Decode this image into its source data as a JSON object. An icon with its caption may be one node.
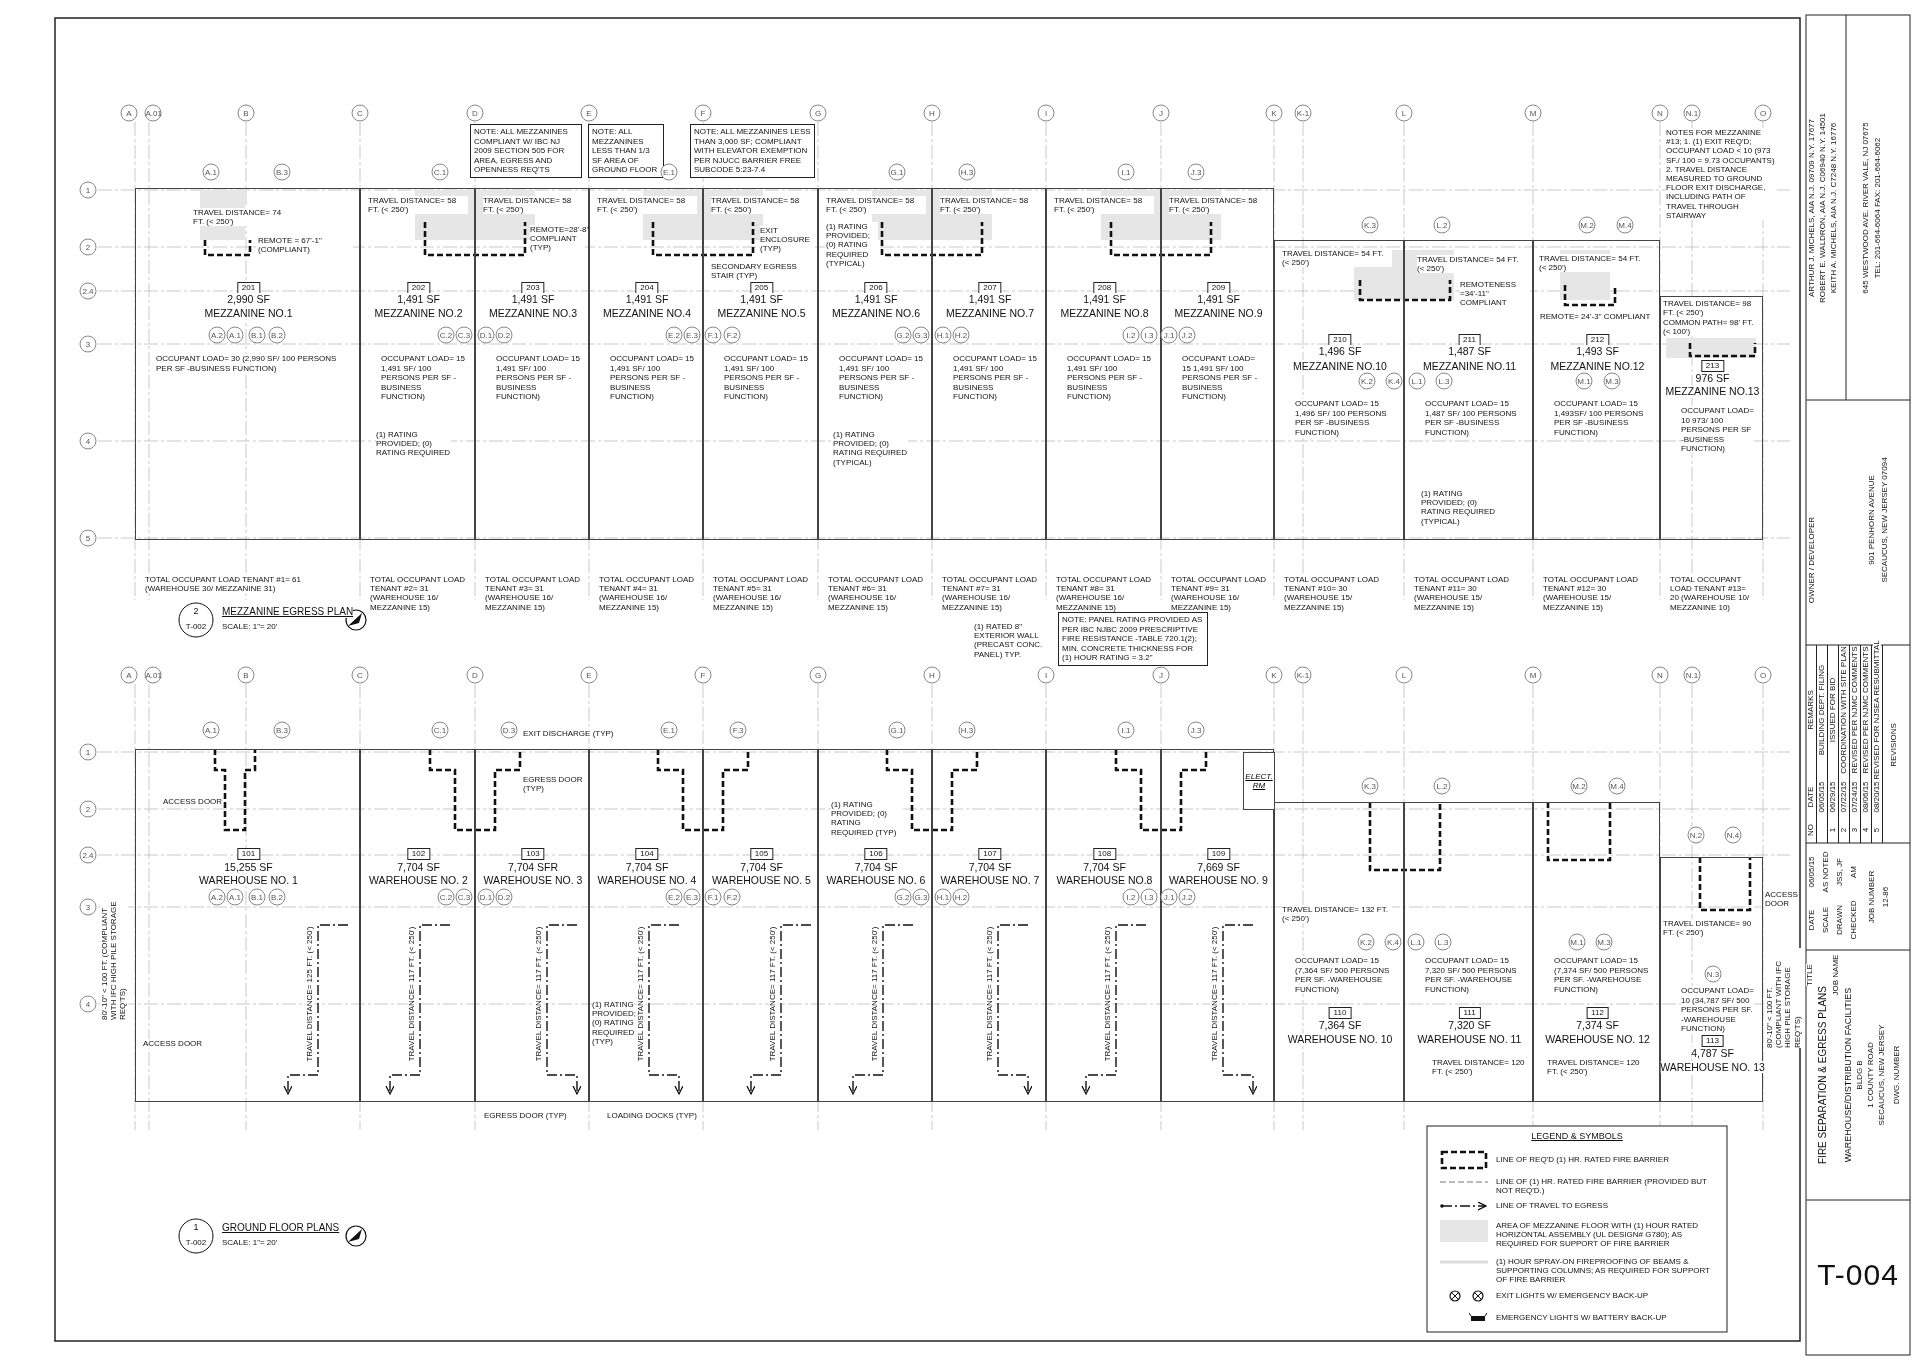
{
  "diagram": {
    "nodes": [
      {
        "text": [
          "NOTE: ALL MEZZANINES COMPLIANT W/ IBC NJ 2009 SECTION 505 FOR AREA, EGRESS AND OPENNESS REQ'TS"
        ]
      },
      {
        "text": [
          "NOTE: ALL MEZZANINES LESS THAN 1/3 SF AREA OF GROUND FLOOR"
        ]
      },
      {
        "text": [
          "NOTE: ALL MEZZANINES LESS THAN 3,000 SF; COMPLIANT WITH ELEVATOR EXEMPTION PER NJUCC BARRIER FREE SUBCODE 5:23-7.4"
        ]
      },
      {
        "text": [
          "201",
          "2,990 SF",
          "MEZZANINE NO.1",
          "OCCUPANT LOAD= 30 (2,990 SF/ 100 PERSONS PER SF -BUSINESS FUNCTION)"
        ]
      },
      {
        "text": [
          "202",
          "1,491 SF",
          "MEZZANINE NO.2",
          "OCCUPANT LOAD= 15 1,491 SF/ 100 PERSONS PER SF -BUSINESS FUNCTION)"
        ]
      },
      {
        "text": [
          "203",
          "1,491 SF",
          "MEZZANINE NO.3",
          "OCCUPANT LOAD= 15 1,491 SF/ 100 PERSONS PER SF -BUSINESS FUNCTION)"
        ]
      },
      {
        "text": [
          "204",
          "1,491 SF",
          "MEZZANINE NO.4",
          "OCCUPANT LOAD= 15 1,491 SF/ 100 PERSONS PER SF -BUSINESS FUNCTION)"
        ]
      },
      {
        "text": [
          "205",
          "1,491 SF",
          "MEZZANINE NO.5",
          "OCCUPANT LOAD= 15 1,491 SF/ 100 PERSONS PER SF -BUSINESS FUNCTION)"
        ]
      },
      {
        "text": [
          "206",
          "1,491 SF",
          "MEZZANINE NO.6",
          "OCCUPANT LOAD= 15 1,491 SF/ 100 PERSONS PER SF -BUSINESS FUNCTION)"
        ]
      },
      {
        "text": [
          "207",
          "1,491 SF",
          "MEZZANINE NO.7",
          "OCCUPANT LOAD= 15 1,491 SF/ 100 PERSONS PER SF -BUSINESS FUNCTION)"
        ]
      },
      {
        "text": [
          "208",
          "1,491 SF",
          "MEZZANINE NO.8",
          "OCCUPANT LOAD= 15 1,491 SF/ 100 PERSONS PER SF -BUSINESS FUNCTION)"
        ]
      },
      {
        "text": [
          "209",
          "1,491 SF",
          "MEZZANINE NO.9",
          "OCCUPANT LOAD= 15 1,491 SF/ 100 PERSONS PER SF -BUSINESS FUNCTION)"
        ]
      },
      {
        "text": [
          "210",
          "1,496 SF",
          "MEZZANINE NO.10",
          "OCCUPANT LOAD= 15 1,496 SF/ 100 PERSONS PER SF -BUSINESS FUNCTION)"
        ]
      },
      {
        "text": [
          "211",
          "1,487 SF",
          "MEZZANINE NO.11",
          "OCCUPANT LOAD= 15 1,487 SF/ 100 PERSONS PER SF -BUSINESS FUNCTION)"
        ]
      },
      {
        "text": [
          "212",
          "1,493 SF",
          "MEZZANINE NO.12",
          "OCCUPANT LOAD= 15 1,493SF/ 100 PERSONS PER SF -BUSINESS FUNCTION)"
        ]
      },
      {
        "text": [
          "213",
          "976 SF",
          "MEZZANINE NO.13",
          "OCCUPANT LOAD= 10 973/ 100 PERSONS PER SF -BUSINESS FUNCTION)"
        ]
      },
      {
        "text": [
          "NOTE: PANEL RATING PROVIDED AS PER IBC NJBC 2009 PRESCRIPTIVE FIRE RESISTANCE -TABLE 720.1(2); MIN. CONCRETE THICKNESS FOR (1) HOUR RATING = 3.2\""
        ]
      },
      {
        "text": [
          "101",
          "15,255 SF",
          "WAREHOUSE NO. 1"
        ]
      },
      {
        "text": [
          "102",
          "7,704 SF",
          "WAREHOUSE NO. 2"
        ]
      },
      {
        "text": [
          "103",
          "7,704 SFR",
          "WAREHOUSE NO. 3"
        ]
      },
      {
        "text": [
          "104",
          "7,704 SF",
          "WAREHOUSE NO. 4"
        ]
      },
      {
        "text": [
          "105",
          "7,704 SF",
          "WAREHOUSE NO. 5"
        ]
      },
      {
        "text": [
          "106",
          "7,704 SF",
          "WAREHOUSE NO. 6"
        ]
      },
      {
        "text": [
          "107",
          "7,704 SF",
          "WAREHOUSE NO. 7"
        ]
      },
      {
        "text": [
          "108",
          "7,704 SF",
          "WAREHOUSE NO.8"
        ]
      },
      {
        "text": [
          "109",
          "7,669 SF",
          "WAREHOUSE NO. 9"
        ]
      },
      {
        "text": [
          "OCCUPANT LOAD= 15 (7,364 SF/ 500 PERSONS PER SF. -WAREHOUSE FUNCTION)",
          "110",
          "7,364 SF",
          "WAREHOUSE NO. 10"
        ]
      },
      {
        "text": [
          "OCCUPANT LOAD= 15 7,320 SF/ 500 PERSONS PER SF. -WAREHOUSE FUNCTION)",
          "111",
          "7,320 SF",
          "WAREHOUSE NO. 11"
        ]
      },
      {
        "text": [
          "OCCUPANT LOAD= 15 (7,374 SF/ 500 PERSONS PER SF. -WAREHOUSE FUNCTION)",
          "112",
          "7,374 SF",
          "WAREHOUSE NO. 12"
        ]
      },
      {
        "text": [
          "OCCUPANT LOAD= 10 (34,787 SF/ 500 PERSONS PER SF. -WAREHOUSE FUNCTION)",
          "113",
          "4,787 SF",
          "WAREHOUSE NO. 13"
        ]
      },
      {
        "text": [
          "ELECT. RM"
        ],
        "in": 25
      }
    ],
    "labels": [
      "A",
      "A.01",
      "B",
      "C",
      "D",
      "E",
      "F",
      "G",
      "H",
      "I",
      "J",
      "K",
      "K-1",
      "L",
      "M",
      "N",
      "N.1",
      "O",
      "1",
      "2",
      "2.4",
      "3",
      "4",
      "5",
      "A.1",
      "B.3",
      "C.1",
      "E.1",
      "G.1",
      "H.3",
      "I.1",
      "J.3",
      "K.3",
      "L.2",
      "M.2",
      "M.4",
      "A.2",
      "A.1",
      "B.1",
      "B.2",
      "C.2",
      "C.3",
      "D.1",
      "D.2",
      "E.2",
      "E.3",
      "F.1",
      "F.2",
      "G.2",
      "G.3",
      "H.1",
      "H.2",
      "I.2",
      "I.3",
      "J.1",
      "J.2",
      "K.2",
      "K.4",
      "L.1",
      "L.3",
      "M.1",
      "M.3",
      "TRAVEL DISTANCE= 74 FT. (< 250')",
      "TRAVEL DISTANCE= 58 FT. (< 250')",
      "TRAVEL DISTANCE= 58 FT. (< 250')",
      "TRAVEL DISTANCE= 58 FT. (< 250')",
      "TRAVEL DISTANCE= 58 FT. (< 250')",
      "TRAVEL DISTANCE= 58 FT. (< 250')",
      "TRAVEL DISTANCE= 58 FT. (< 250')",
      "TRAVEL DISTANCE= 58 FT. (< 250')",
      "TRAVEL DISTANCE= 58 FT. (< 250')",
      "TRAVEL DISTANCE= 54 FT. (< 250')",
      "TRAVEL DISTANCE= 54 FT. (< 250')",
      "TRAVEL DISTANCE= 54 FT. (< 250')",
      "TRAVEL DISTANCE= 98 FT. (< 250')",
      "COMMON PATH= 98' FT. (< 100')",
      "REMOTE = 67'-1\" (COMPLIANT)",
      "REMOTE=28'-8\" COMPLIANT (TYP)",
      "REMOTENESS =34'-11\" COMPLIANT",
      "REMOTE= 24'-3\" COMPLIANT",
      "EXIT ENCLOSURE (TYP)",
      "SECONDARY EGRESS STAIR (TYP)",
      "(1) RATING PROVIDED; (0) RATING REQUIRED",
      "(1) RATING PROVIDED; (0) RATING REQUIRED (TYPICAL)",
      "(1) RATING PROVIDED; (0) RATING REQUIRED (TYPICAL)",
      "(1) RATING PROVIDED; (0) RATING REQUIRED (TYPICAL)",
      "NOTES FOR MEZZANINE #13; 1. (1) EXIT REQ'D; OCCUPANT LOAD < 10 (973 SF./ 100 = 9.73 OCCUPANTS) 2. TRAVEL DISTANCE MEASURED TO GROUND FLOOR EXIT DISCHARGE, INCLUDING PATH OF TRAVEL THROUGH STAIRWAY",
      "TOTAL OCCUPANT LOAD TENANT #1= 61 (WAREHOUSE 30/ MEZZANINE 31)",
      "TOTAL OCCUPANT LOAD TENANT #2= 31 (WAREHOUSE 16/ MEZZANINE 15)",
      "TOTAL OCCUPANT LOAD TENANT #3= 31 (WAREHOUSE 16/ MEZZANINE 15)",
      "TOTAL OCCUPANT LOAD TENANT #4= 31 (WAREHOUSE 16/ MEZZANINE 15)",
      "TOTAL OCCUPANT LOAD TENANT #5= 31 (WAREHOUSE 16/ MEZZANINE 15)",
      "TOTAL OCCUPANT LOAD TENANT #6= 31 (WAREHOUSE 16/ MEZZANINE 15)",
      "TOTAL OCCUPANT LOAD TENANT #7= 31 (WAREHOUSE 16/ MEZZANINE 15)",
      "TOTAL OCCUPANT LOAD TENANT #8= 31 (WAREHOUSE 16/ MEZZANINE 15)",
      "TOTAL OCCUPANT LOAD TENANT #9= 31 (WAREHOUSE 16/ MEZZANINE 15)",
      "TOTAL OCCUPANT LOAD TENANT #10= 30 (WAREHOUSE 15/ MEZZANINE 15)",
      "TOTAL OCCUPANT LOAD TENANT #11= 30 (WAREHOUSE 15/ MEZZANINE 15)",
      "TOTAL OCCUPANT LOAD TENANT #12= 30 (WAREHOUSE 15/ MEZZANINE 15)",
      "TOTAL OCCUPANT LOAD TENANT #13= 20 (WAREHOUSE 10/ MEZZANINE 10)",
      "2",
      "T-002",
      "MEZZANINE EGRESS PLAN",
      "SCALE: 1\"= 20'",
      "A",
      "A.01",
      "B",
      "C",
      "D",
      "E",
      "F",
      "G",
      "H",
      "I",
      "J",
      "K",
      "K-1",
      "L",
      "M",
      "N",
      "N.1",
      "O",
      "1",
      "2",
      "2.4",
      "3",
      "4",
      "A.1",
      "B.3",
      "C.1",
      "D.3",
      "E.1",
      "F.3",
      "G.1",
      "H.3",
      "I.1",
      "J.3",
      "K.3",
      "L.2",
      "M.2",
      "M.4",
      "N.2",
      "N.4",
      "A.2",
      "A.1",
      "B.1",
      "B.2",
      "C.2",
      "C.3",
      "D.1",
      "D.2",
      "E.2",
      "E.3",
      "F.1",
      "F.2",
      "G.2",
      "G.3",
      "H.1",
      "H.2",
      "I.2",
      "I.3",
      "J.1",
      "J.2",
      "K.2",
      "K.4",
      "L.1",
      "L.3",
      "M.1",
      "M.3",
      "N.3",
      "TRAVEL DISTANCE= 125 FT. (< 250')",
      "TRAVEL DISTANCE= 117 FT. (< 250')",
      "TRAVEL DISTANCE= 117 FT. (< 250')",
      "TRAVEL DISTANCE= 117 FT. (< 250')",
      "TRAVEL DISTANCE= 117 FT. (< 250')",
      "TRAVEL DISTANCE= 117 FT. (< 250')",
      "TRAVEL DISTANCE= 117 FT. (< 250')",
      "TRAVEL DISTANCE= 117 FT. (< 250')",
      "TRAVEL DISTANCE= 117 FT. (< 250')",
      "TRAVEL DISTANCE= 132 FT. (< 250')",
      "TRAVEL DISTANCE= 120 FT. (< 250')",
      "TRAVEL DISTANCE= 120 FT. (< 250')",
      "TRAVEL DISTANCE= 90 FT. (< 250')",
      "ACCESS DOOR",
      "ACCESS DOOR",
      "ACCESS DOOR",
      "EXIT DISCHARGE (TYP)",
      "EGRESS DOOR (TYP)",
      "EGRESS DOOR (TYP)",
      "LOADING DOCKS (TYP)",
      "(1) RATING PROVIDED; (0) RATING REQUIRED (TYP)",
      "(1) RATING PROVIDED; (0) RATING REQUIRED (TYP)",
      "(1) RATED 8\" EXTERIOR WALL (PRECAST CONC. PANEL) TYP.",
      "80'-10\" < 100 FT. (COMPLIANT WITH IFC HIGH PILE STORAGE REQ'TS)",
      "80'-10\" < 100 FT. (COMPLIANT WITH IFC HIGH PILE STORAGE REQ'TS)",
      "1",
      "T-002",
      "GROUND FLOOR PLANS",
      "SCALE: 1\"= 20'",
      "LEGEND & SYMBOLS",
      "ARTHUR J. MICHELS, AIA N.J. 09709 N.Y. 17677",
      "ROBERT E. WALDRON, AIA N.J. C06940 N.Y. 14501",
      "KEITH A. MICHELS, AIA N.J. C7248 N.Y. 16776",
      "645 WESTWOOD AVE. RIVER VALE, NJ 07675",
      "TEL: 201-664-6064 FAX: 201-664-6062",
      "OWNER / DEVELOPER",
      "901 PENHORN AVENUE",
      "SECAUCUS, NEW JERSEY 07094",
      "NO",
      "DATE",
      "REMARKS",
      "06/05/15",
      "BUILDING DEPT. FILING",
      "1",
      "06/29/15",
      "ISSUED FOR BID",
      "2",
      "07/22/15",
      "COORDINATION WITH SITE PLAN",
      "3",
      "07/24/15",
      "REVISED PER NJMC COMMENTS",
      "4",
      "08/06/15",
      "REVISED PER NJMC COMMENTS",
      "5",
      "08/20/15",
      "REVISED FOR NJSEA RESUBMITTAL",
      "REVISIONS",
      "DATE",
      "06/05/15",
      "SCALE",
      "AS NOTED",
      "DRAWN",
      "JSS, JF",
      "CHECKED",
      "AM",
      "JOB NUMBER",
      "12-86",
      "TITLE",
      "FIRE SEPARATION & EGRESS PLANS",
      "JOB NAME",
      "WAREHOUSE/DISTRIBUTION FACILITIES",
      "BLDG B",
      "1 COUNTY ROAD",
      "SECAUCUS, NEW JERSEY",
      "DWG. NUMBER",
      "T-004"
    ],
    "legend": [
      {
        "text": "LINE OF REQ'D (1) HR. RATED FIRE BARRIER"
      },
      {
        "text": "LINE OF (1) HR. RATED FIRE BARRIER (PROVIDED BUT NOT REQ'D.)"
      },
      {
        "text": "LINE OF TRAVEL TO EGRESS"
      },
      {
        "text": "AREA OF MEZZANINE FLOOR WITH (1) HOUR RATED HORIZONTAL ASSEMBLY (UL DESIGN# G780); AS REQUIRED FOR SUPPORT OF FIRE BARRIER",
        "color": "#e6e6e6"
      },
      {
        "text": "(1) HOUR SPRAY-ON FIREPROOFING OF BEAMS & SUPPORTING COLUMNS; AS REQUIRED FOR SUPPORT OF FIRE BARRIER"
      },
      {
        "text": "EXIT LIGHTS W/ EMERGENCY BACK-UP"
      },
      {
        "text": "EMERGENCY LIGHTS W/ BATTERY BACK-UP"
      }
    ]
  }
}
